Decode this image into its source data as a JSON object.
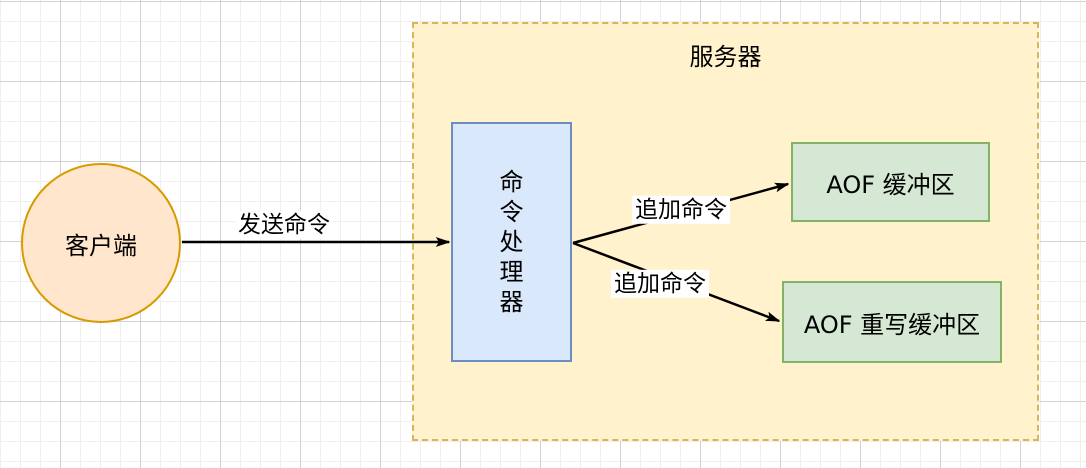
{
  "diagram": {
    "nodes": {
      "client": {
        "label": "客户端",
        "fill": "#FFE6CC",
        "stroke": "#D79B00"
      },
      "server": {
        "label": "服务器",
        "fill": "#FFF2CC",
        "stroke": "#D6B656",
        "border_style": "dashed"
      },
      "processor": {
        "label": "命\n令\n处\n理\n器",
        "label_inline": "命令处理器",
        "fill": "#DAE8FC",
        "stroke": "#6C8EBF"
      },
      "aof_buffer": {
        "label": "AOF 缓冲区",
        "fill": "#D5E8D4",
        "stroke": "#82B366"
      },
      "aof_rewrite_buffer": {
        "label": "AOF 重写缓冲区",
        "fill": "#D5E8D4",
        "stroke": "#82B366"
      }
    },
    "edges": {
      "send_command": {
        "label": "发送命令",
        "from": "client",
        "to": "processor"
      },
      "append_command_upper": {
        "label": "追加命令",
        "from": "processor",
        "to": "aof_buffer"
      },
      "append_command_lower": {
        "label": "追加命令",
        "from": "processor",
        "to": "aof_rewrite_buffer"
      }
    },
    "colors": {
      "arrow": "#000000",
      "label_background": "#ffffff",
      "grid_minor": "#efefef",
      "grid_major": "#d2d2d2",
      "canvas_background": "#ffffff"
    }
  }
}
